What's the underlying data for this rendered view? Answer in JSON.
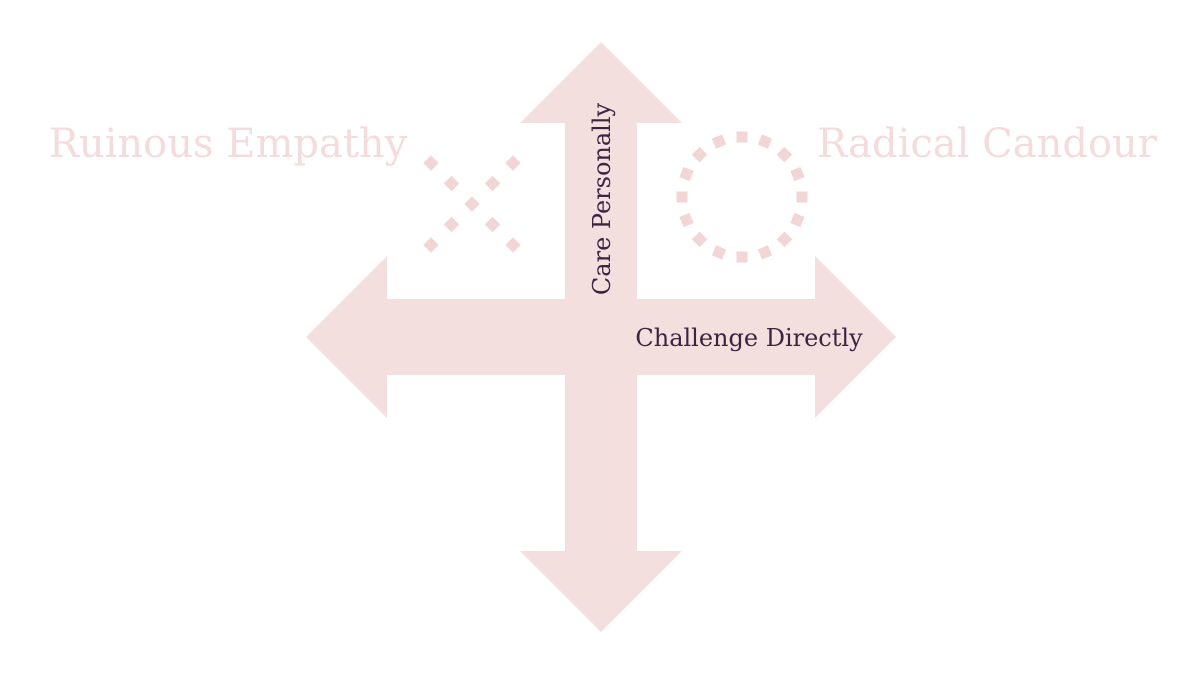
{
  "colors": {
    "arrow": "#f4dfdf",
    "marks": "#f2d6d6",
    "quadrant_text": "#f4dcdc",
    "axis_text": "#3b2440",
    "background": "#ffffff"
  },
  "quadrants": {
    "top_left": {
      "label": "Ruinous Empathy",
      "symbol": "dotted-cross-icon"
    },
    "top_right": {
      "label": "Radical Candour",
      "symbol": "dotted-circle-icon"
    }
  },
  "axes": {
    "vertical": {
      "label": "Care Personally"
    },
    "horizontal": {
      "label": "Challenge Directly"
    }
  }
}
